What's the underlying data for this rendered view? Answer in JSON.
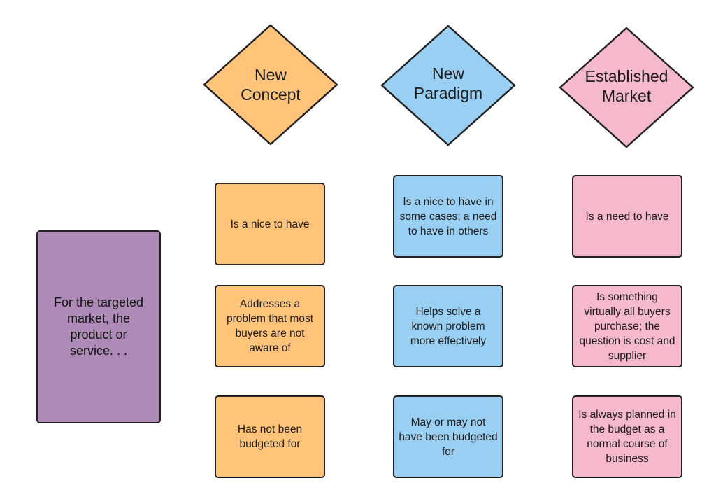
{
  "colors": {
    "new_concept": "#ffc379",
    "new_paradigm": "#99cff2",
    "established_market": "#f6b9cc",
    "side": "#ad8bb6",
    "border": "#222222"
  },
  "side_label": "For the targeted market, the product or service. . .",
  "columns": [
    {
      "header": "New\nConcept",
      "cells": [
        "Is a nice to have",
        "Addresses a problem that most buyers are not aware of",
        "Has not been budgeted for"
      ]
    },
    {
      "header": "New\nParadigm",
      "cells": [
        "Is a nice to have in some cases; a need to have in others",
        "Helps solve a known problem more effectively",
        "May or may not have been budgeted for"
      ]
    },
    {
      "header": "Established\nMarket",
      "cells": [
        "Is a need to have",
        "Is something virtually all buyers purchase; the question is cost and supplier",
        "Is always planned in the budget as a normal course of business"
      ]
    }
  ]
}
